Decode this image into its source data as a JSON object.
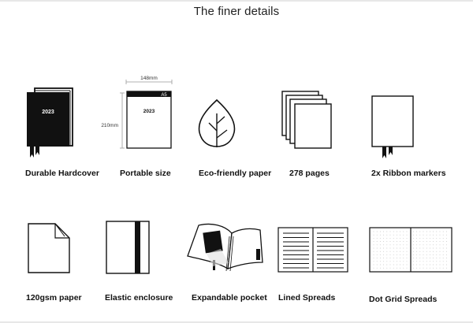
{
  "section": {
    "title": "The finer details"
  },
  "features": [
    {
      "label": "Durable Hardcover",
      "icon": "hardcover-notebook-icon",
      "cover_text": "2023"
    },
    {
      "label": "Portable size",
      "icon": "a5-size-icon",
      "width_text": "148mm",
      "height_text": "210mm",
      "size_badge": "A5",
      "cover_text": "2023"
    },
    {
      "label": "Eco-friendly paper",
      "icon": "leaf-icon"
    },
    {
      "label": "278 pages",
      "icon": "page-stack-icon"
    },
    {
      "label": "2x Ribbon markers",
      "icon": "ribbon-markers-icon"
    },
    {
      "label": "120gsm paper",
      "icon": "folded-page-icon"
    },
    {
      "label": "Elastic enclosure",
      "icon": "elastic-band-icon"
    },
    {
      "label": "Expandable pocket",
      "icon": "open-book-pocket-icon"
    },
    {
      "label": "Lined Spreads",
      "icon": "lined-spread-icon"
    },
    {
      "label": "Dot Grid Spreads",
      "icon": "dot-grid-spread-icon"
    }
  ],
  "colors": {
    "ink": "#111111",
    "background": "#ffffff",
    "divider": "#e7e7e7",
    "dot": "#bbbbbb"
  }
}
